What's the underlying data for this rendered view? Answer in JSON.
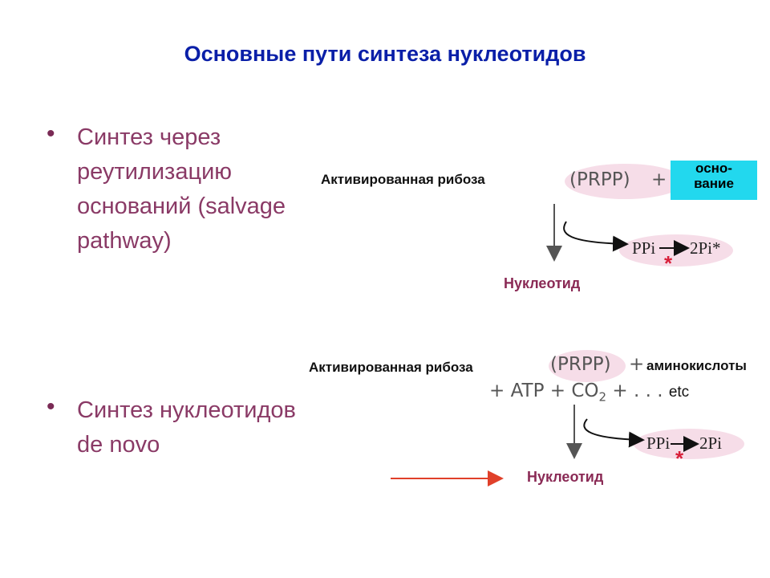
{
  "title": "Основные пути синтеза нуклеотидов",
  "bullets": [
    {
      "dot": "•",
      "lines": [
        "Синтез через",
        "реутилизацию",
        "оснований (salvage",
        "pathway)"
      ]
    },
    {
      "dot": "•",
      "lines": [
        "Синтез нуклеотидов",
        "de novo"
      ]
    }
  ],
  "salvage": {
    "ribose_label": "Активированная рибоза",
    "prpp": "(PRPP)",
    "plus": "+",
    "base_line1": "осно-",
    "base_line2": "вание",
    "ppi": "PPi",
    "two_pi": "2Pi*",
    "star": "*",
    "nucleotide": "Нуклеотид"
  },
  "denovo": {
    "ribose_label": "Активированная рибоза",
    "prpp": "(PRPP)",
    "plus": "+",
    "amino_acids": "аминокислоты",
    "atp_line": "+ ATP + CO",
    "co2_sub": "2",
    "dots": " + . . .",
    "etc": "etc",
    "ppi": "PPi",
    "two_pi": "2Pi",
    "star": "*",
    "nucleotide": "Нуклеотид"
  },
  "colors": {
    "title": "#0a1fa8",
    "bullet_text": "#8a3a66",
    "base_box": "#22d8ee",
    "red_arrow": "#e0402a",
    "star": "#d8203a",
    "oval": "#f6dde8"
  }
}
